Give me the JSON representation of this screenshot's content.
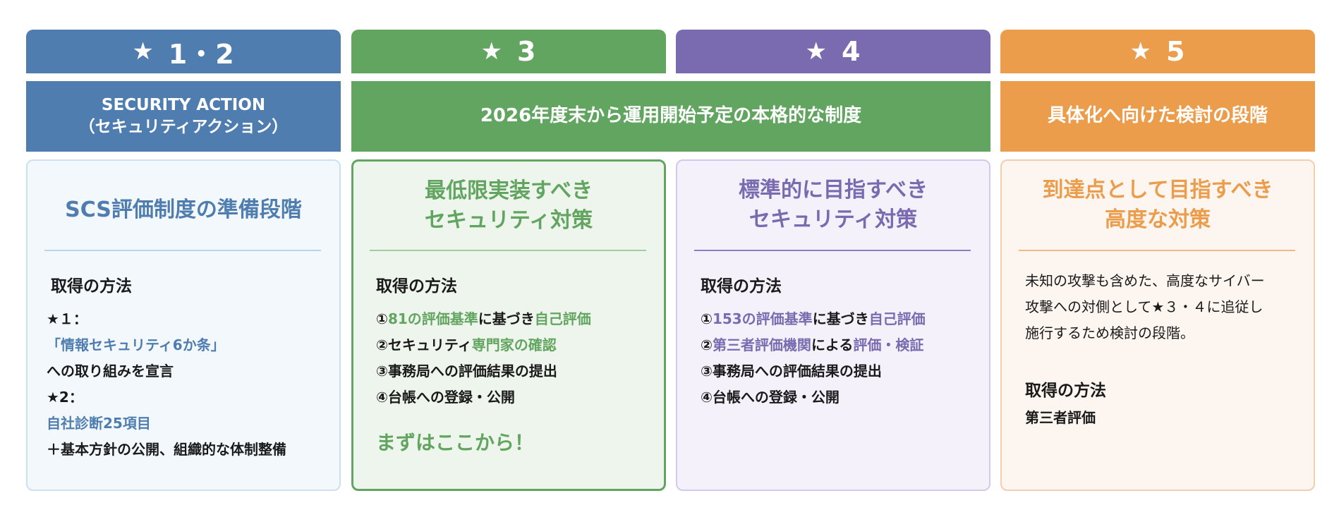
{
  "colors": {
    "blue": "#4f7daf",
    "green": "#62a560",
    "purple": "#7a6bb0",
    "orange": "#eb9d4c"
  },
  "headers": [
    {
      "star": "★",
      "label": "1・2"
    },
    {
      "star": "★",
      "label": "3"
    },
    {
      "star": "★",
      "label": "4"
    },
    {
      "star": "★",
      "label": "5"
    }
  ],
  "bands": {
    "col1": {
      "line1": "SECURITY ACTION",
      "line2": "（セキュリティアクション）"
    },
    "col23": "2026年度末から運用開始予定の本格的な制度",
    "col4": "具体化へ向けた検討の段階"
  },
  "cards": {
    "c1": {
      "title": "SCS評価制度の準備段階",
      "heading": "取得の方法",
      "lines": [
        "★１：",
        "「情報セキュリティ6か条」",
        "への取り組みを宣言",
        "★2：",
        "自社診断25項目",
        "＋基本方針の公開、組織的な体制整備"
      ]
    },
    "c2": {
      "title1": "最低限実装すべき",
      "title2": "セキュリティ対策",
      "heading": "取得の方法",
      "l1a": "①",
      "l1b": "81の評価基準",
      "l1c": "に基づき",
      "l1d": "自己評価",
      "l2a": "②セキュリティ",
      "l2b": "専門家の確認",
      "l3": "③事務局への評価結果の提出",
      "l4": "④台帳への登録・公開",
      "cta": "まずはここから！"
    },
    "c3": {
      "title1": "標準的に目指すべき",
      "title2": "セキュリティ対策",
      "heading": "取得の方法",
      "l1a": "①",
      "l1b": "153の評価基準",
      "l1c": "に基づき",
      "l1d": "自己評価",
      "l2a": "②",
      "l2b": "第三者評価機関",
      "l2c": "による",
      "l2d": "評価・検証",
      "l3": "③事務局への評価結果の提出",
      "l4": "④台帳への登録・公開"
    },
    "c4": {
      "title1": "到達点として目指すべき",
      "title2": "高度な対策",
      "p1": "未知の攻撃も含めた、高度なサイバー",
      "p2": "攻撃への対側として★３・４に追従し",
      "p3": "施行するため検討の段階。",
      "heading": "取得の方法",
      "method": "第三者評価"
    }
  }
}
